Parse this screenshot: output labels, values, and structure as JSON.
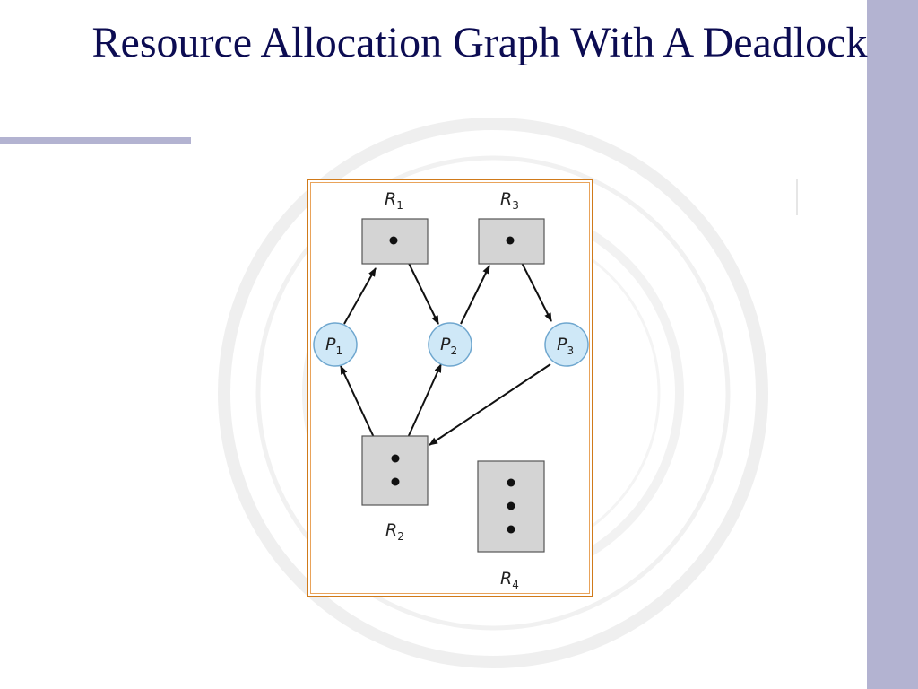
{
  "slide": {
    "title": "Resource Allocation Graph With A Deadlock"
  },
  "graph": {
    "resources": [
      {
        "id": "R1",
        "letter": "R",
        "sub": "1",
        "instances": 1
      },
      {
        "id": "R2",
        "letter": "R",
        "sub": "2",
        "instances": 2
      },
      {
        "id": "R3",
        "letter": "R",
        "sub": "3",
        "instances": 1
      },
      {
        "id": "R4",
        "letter": "R",
        "sub": "4",
        "instances": 3
      }
    ],
    "processes": [
      {
        "id": "P1",
        "letter": "P",
        "sub": "1"
      },
      {
        "id": "P2",
        "letter": "P",
        "sub": "2"
      },
      {
        "id": "P3",
        "letter": "P",
        "sub": "3"
      }
    ],
    "edges": [
      {
        "from": "P1",
        "to": "R1",
        "kind": "request"
      },
      {
        "from": "R1",
        "to": "P2",
        "kind": "assignment"
      },
      {
        "from": "P2",
        "to": "R3",
        "kind": "request"
      },
      {
        "from": "R3",
        "to": "P3",
        "kind": "assignment"
      },
      {
        "from": "P3",
        "to": "R2",
        "kind": "request"
      },
      {
        "from": "R2",
        "to": "P1",
        "kind": "assignment"
      },
      {
        "from": "R2",
        "to": "P2",
        "kind": "assignment"
      }
    ]
  },
  "colors": {
    "accent_bar": "#b3b3d1",
    "title": "#0c0c52",
    "frame": "#d07a1a",
    "resource_fill": "#d4d4d4",
    "process_fill": "#cfe8f7",
    "process_stroke": "#6fa7cf"
  }
}
